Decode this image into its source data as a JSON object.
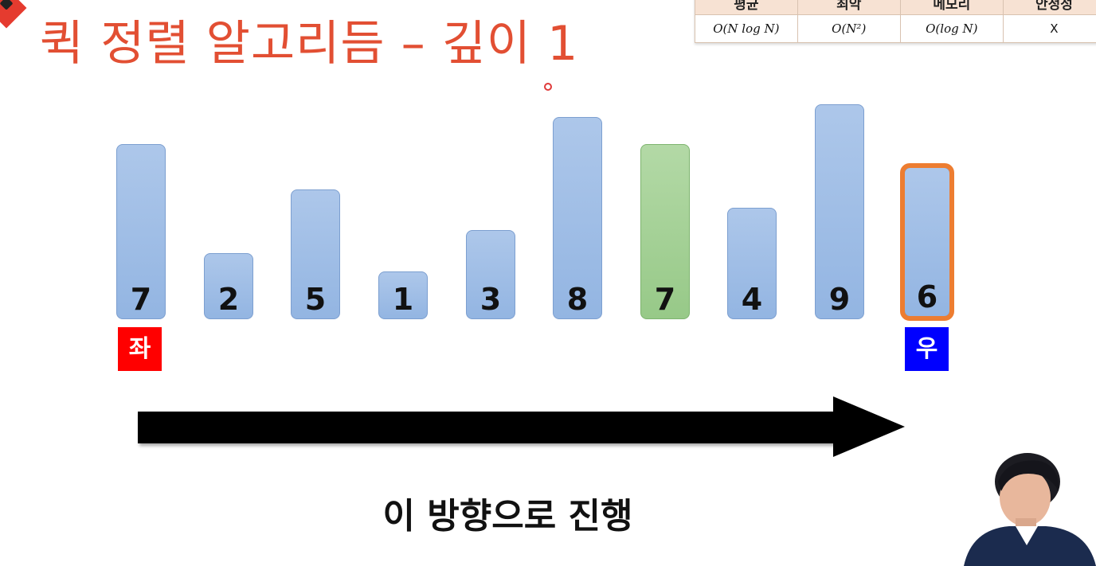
{
  "title": "퀵 정렬 알고리듬 – 깊이 1",
  "complexity_table": {
    "headers": [
      "평균",
      "최악",
      "메모리",
      "안정성"
    ],
    "values": [
      "O(N log N)",
      "O(N²)",
      "O(log N)",
      "X"
    ]
  },
  "array": {
    "values": [
      "7",
      "2",
      "5",
      "1",
      "3",
      "8",
      "7",
      "4",
      "9",
      "6"
    ],
    "pivot_index": 6,
    "highlighted_index": 9
  },
  "labels": {
    "left": "좌",
    "right": "우"
  },
  "caption": "이 방향으로 진행",
  "colors": {
    "title": "#e24f33",
    "bar": "#9dbde6",
    "pivot_bar": "#a7d198",
    "highlight_border": "#ed7d31",
    "left_tag": "#ff0000",
    "right_tag": "#0000ff"
  },
  "icons": {
    "logo": "logo-diamond-icon",
    "arrow": "right-arrow-icon",
    "cursor": "cursor-dot-icon"
  }
}
